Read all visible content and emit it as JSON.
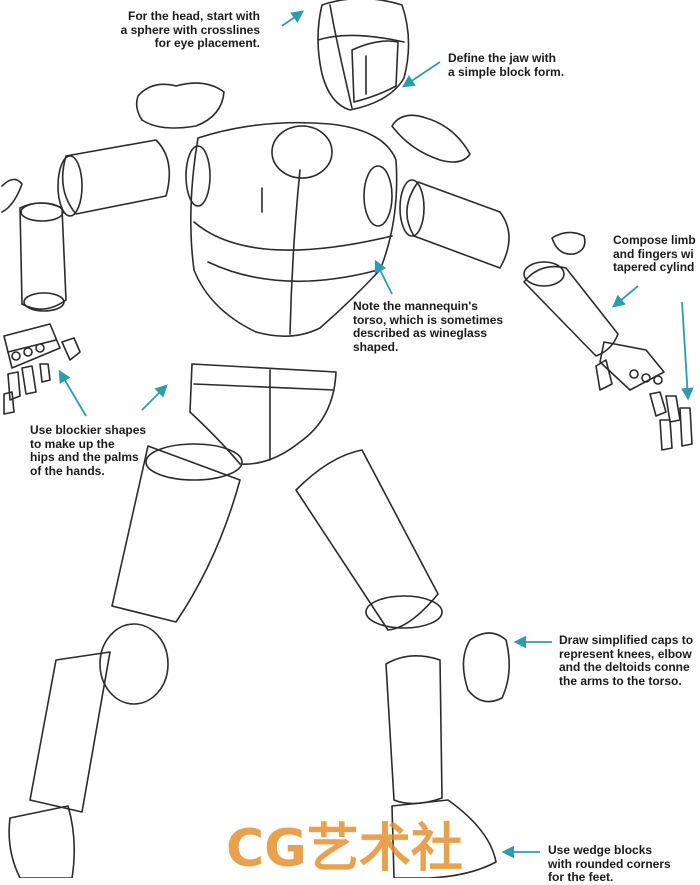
{
  "annotations": {
    "head": "For the head, start with\na sphere with crosslines\nfor eye placement.",
    "jaw": "Define the jaw with\na simple block form.",
    "limbs": "Compose limb\nand fingers wi\ntapered cylind",
    "torso": "Note the mannequin's\ntorso, which is sometimes\ndescribed as wineglass\nshaped.",
    "hips_hands": "Use blockier shapes\nto make up the\nhips and the palms\nof the hands.",
    "caps": "Draw simplified caps to\nrepresent knees, elbow\nand the deltoids conne\nthe arms to the torso.",
    "feet": "Use wedge blocks\nwith rounded corners\nfor the feet."
  },
  "watermark": {
    "text": "CG艺术社"
  },
  "colors": {
    "arrow": "#2a9db0",
    "line": "#2b2b2b",
    "watermark": "#e58d2a"
  },
  "icons": [
    "arrow-icon"
  ]
}
